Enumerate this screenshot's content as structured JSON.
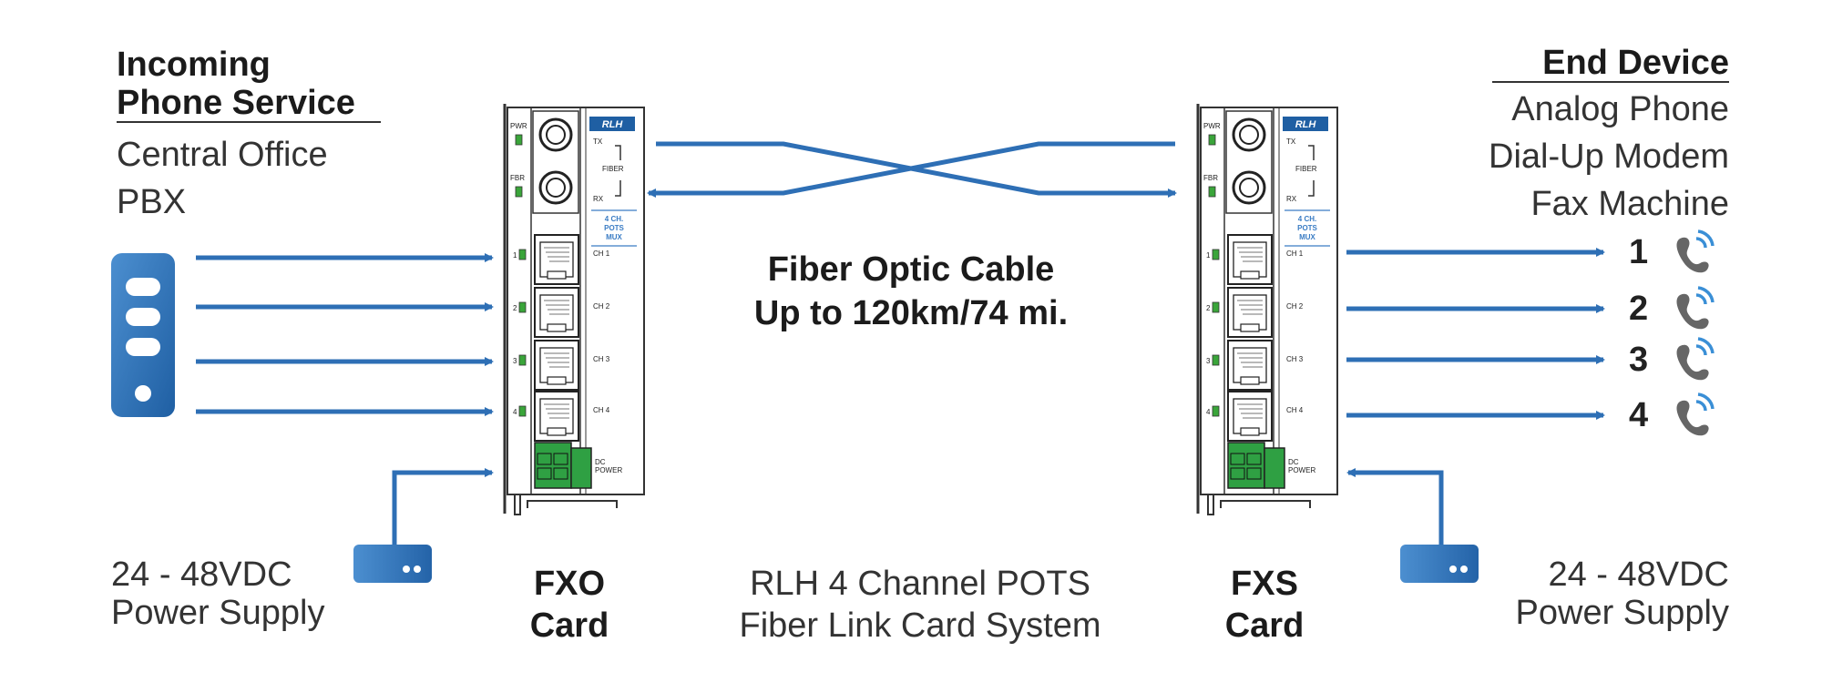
{
  "left": {
    "heading": [
      "Incoming",
      "Phone Service"
    ],
    "sources": [
      "Central Office",
      "PBX"
    ],
    "power_supply": [
      "24 - 48VDC",
      "Power Supply"
    ]
  },
  "right": {
    "heading": "End Device",
    "devices": [
      "Analog Phone",
      "Dial-Up Modem",
      "Fax Machine"
    ],
    "channels": [
      "1",
      "2",
      "3",
      "4"
    ],
    "power_supply": [
      "24 - 48VDC",
      "Power Supply"
    ]
  },
  "cable": {
    "line1": "Fiber Optic Cable",
    "line2": "Up to 120km/74 mi."
  },
  "cards": {
    "fxo": [
      "FXO",
      "Card"
    ],
    "fxs": [
      "FXS",
      "Card"
    ],
    "panel": {
      "pwr": "PWR",
      "fbr": "FBR",
      "tx": "TX",
      "rx": "RX",
      "fiber": "FIBER",
      "mux": [
        "4 CH.",
        "POTS",
        "MUX"
      ],
      "ch": [
        "CH 1",
        "CH 2",
        "CH 3",
        "CH 4"
      ],
      "ports": [
        "1",
        "2",
        "3",
        "4"
      ],
      "dc": [
        "DC",
        "POWER"
      ],
      "logo": "RLH"
    }
  },
  "system": {
    "line1": "RLH 4 Channel POTS",
    "line2": "Fiber Link Card System"
  },
  "colors": {
    "accent": "#2e6fb5",
    "led": "#3aa53a",
    "terminal": "#2fa043",
    "text": "#1b1b1b"
  }
}
